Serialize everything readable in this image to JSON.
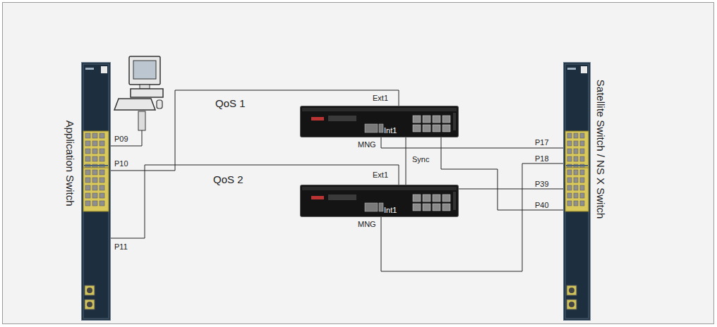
{
  "diagram": {
    "nodes": [
      {
        "text": [
          "Application Switch"
        ]
      },
      {
        "text": [
          "QoS 1"
        ]
      },
      {
        "text": [
          "QoS 2"
        ]
      },
      {
        "text": [
          "Satellite Switch / NS X Switch"
        ]
      }
    ],
    "edges": [
      {
        "from": 0,
        "to": 1,
        "arrow": "none"
      },
      {
        "from": 0,
        "to": 2,
        "arrow": "none"
      },
      {
        "from": 1,
        "to": 3,
        "arrow": "none"
      },
      {
        "from": 1,
        "to": 3,
        "arrow": "none"
      },
      {
        "from": 2,
        "to": 3,
        "arrow": "none"
      },
      {
        "from": 2,
        "to": 3,
        "arrow": "none"
      },
      {
        "from": 1,
        "to": 2,
        "label": "Sync",
        "arrow": "none"
      }
    ],
    "labels": [
      "P09",
      "P10",
      "P11",
      "Ext1",
      "MNG",
      "Int1",
      "Ext1",
      "MNG",
      "Int1",
      "P17",
      "P18",
      "P39",
      "P40"
    ]
  }
}
